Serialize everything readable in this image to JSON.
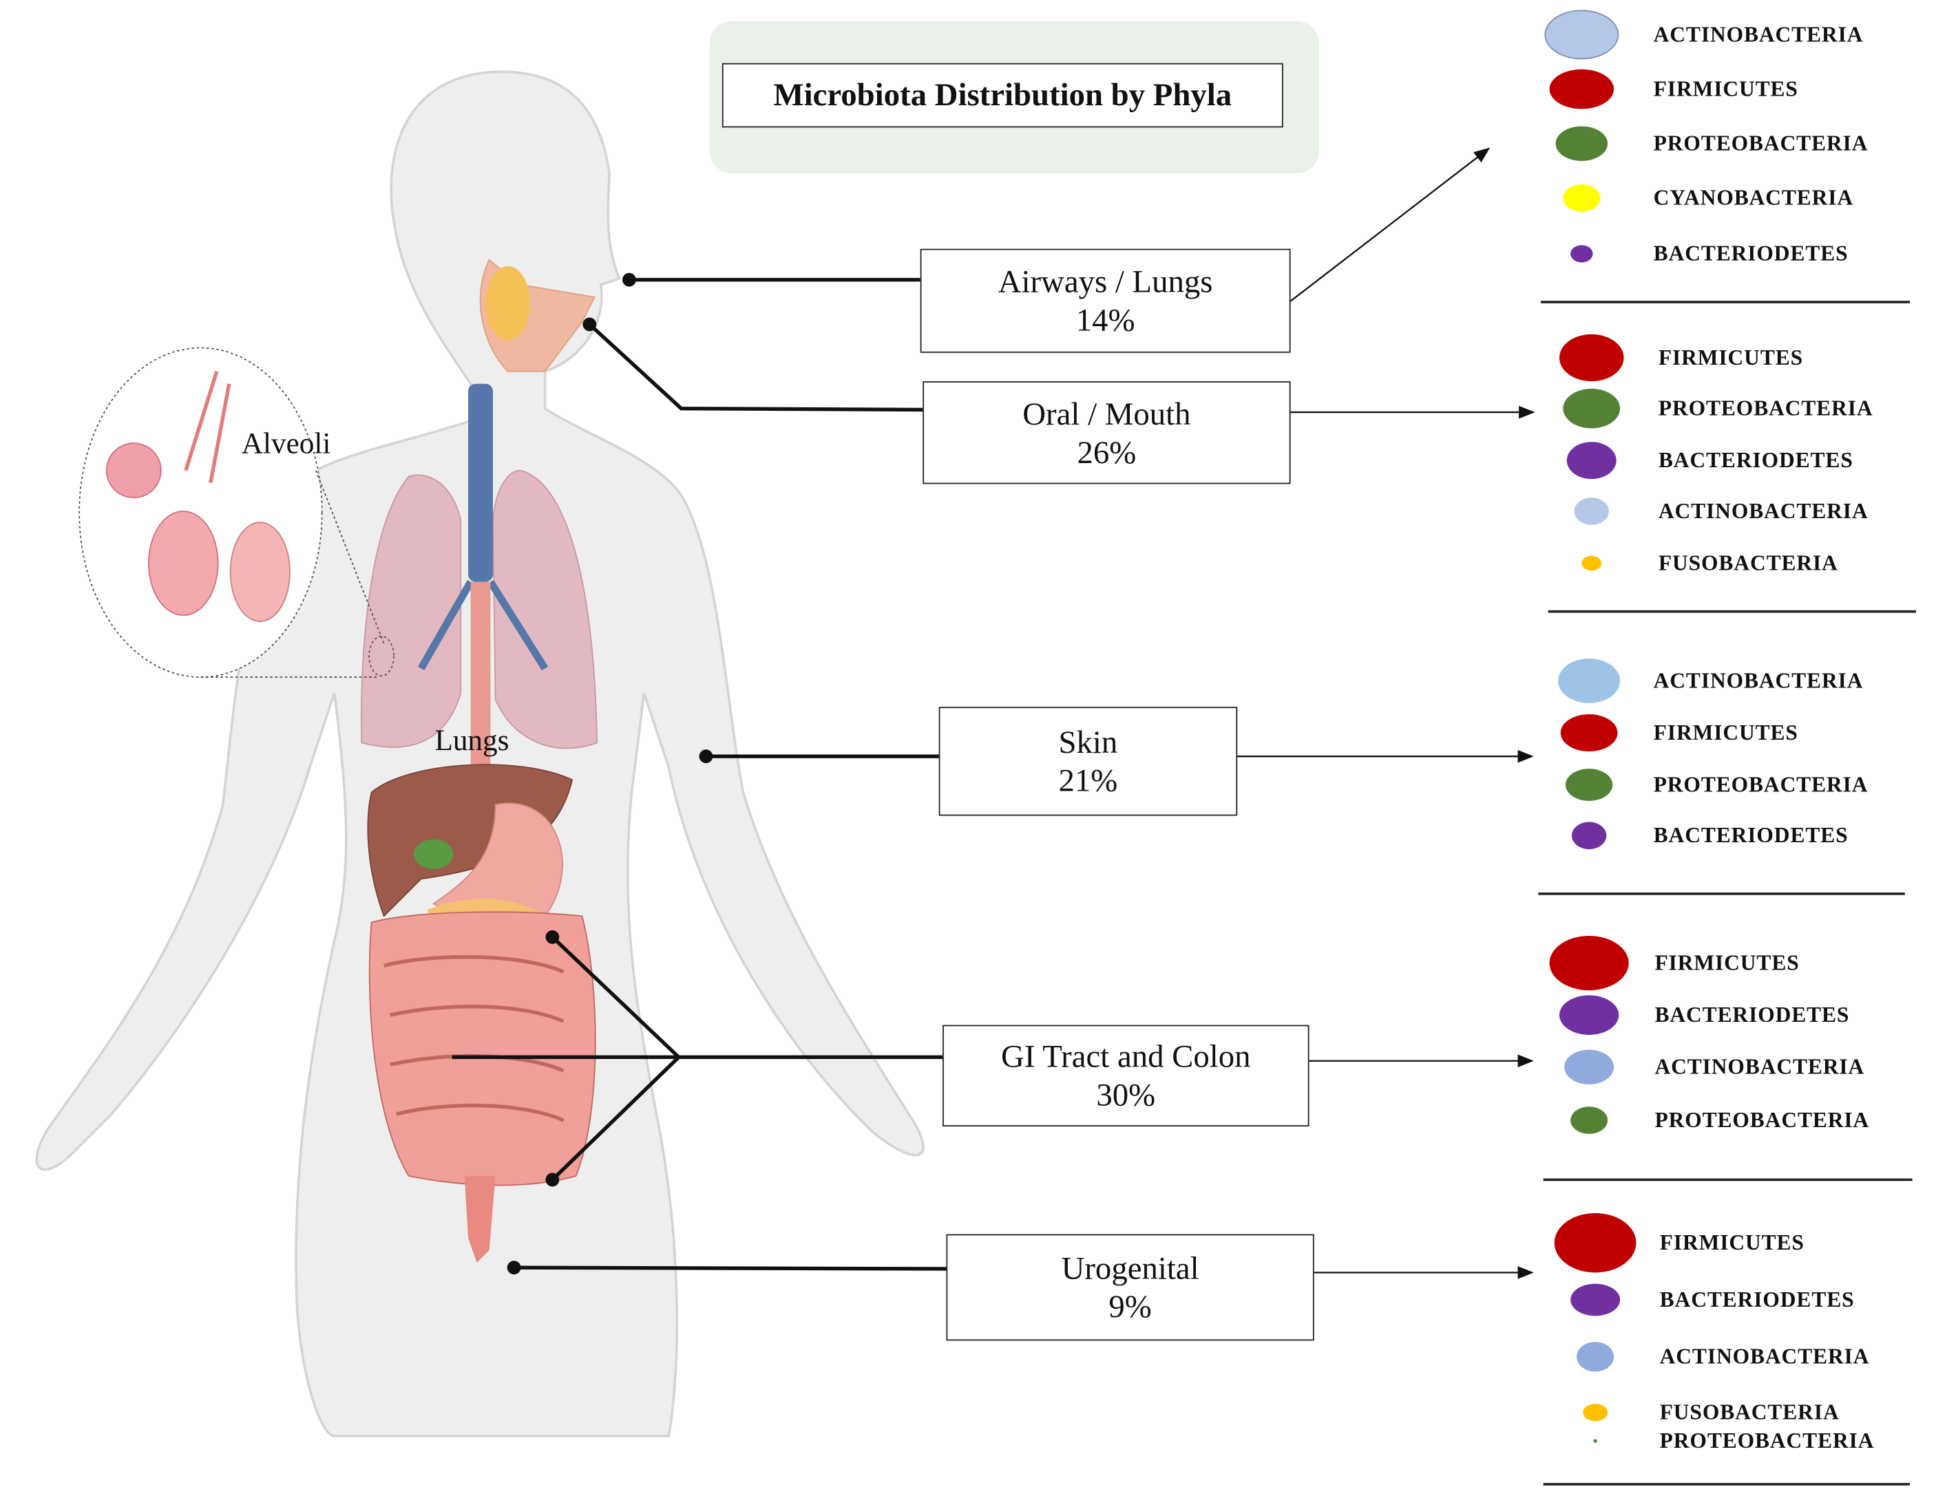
{
  "title": "Microbiota Distribution by Phyla",
  "anatomy_labels": {
    "alveoli": "Alveoli",
    "lungs": "Lungs"
  },
  "colors": {
    "actinobacteria": "#b4c7e7",
    "actinobacteria_alt": "#8faadc",
    "firmicutes": "#c00000",
    "proteobacteria": "#548235",
    "cyanobacteria": "#ffff00",
    "bacteriodetes": "#7030a0",
    "fusobacteria": "#ffc000"
  },
  "regions": [
    {
      "name": "Airways / Lungs",
      "percent": "14%",
      "phyla": [
        {
          "label": "ACTINOBACTERIA",
          "color": "#b4c7e7"
        },
        {
          "label": "FIRMICUTES",
          "color": "#c00000"
        },
        {
          "label": "PROTEOBACTERIA",
          "color": "#548235"
        },
        {
          "label": "CYANOBACTERIA",
          "color": "#ffff00"
        },
        {
          "label": "BACTERIODETES",
          "color": "#7030a0"
        }
      ]
    },
    {
      "name": "Oral / Mouth",
      "percent": "26%",
      "phyla": [
        {
          "label": "FIRMICUTES",
          "color": "#c00000"
        },
        {
          "label": "PROTEOBACTERIA",
          "color": "#548235"
        },
        {
          "label": "BACTERIODETES",
          "color": "#7030a0"
        },
        {
          "label": "ACTINOBACTERIA",
          "color": "#b4c7e7"
        },
        {
          "label": "FUSOBACTERIA",
          "color": "#ffc000"
        }
      ]
    },
    {
      "name": "Skin",
      "percent": "21%",
      "phyla": [
        {
          "label": "ACTINOBACTERIA",
          "color": "#9dc3e6"
        },
        {
          "label": "FIRMICUTES",
          "color": "#c00000"
        },
        {
          "label": "PROTEOBACTERIA",
          "color": "#548235"
        },
        {
          "label": "BACTERIODETES",
          "color": "#7030a0"
        }
      ]
    },
    {
      "name": "GI Tract and Colon",
      "percent": "30%",
      "phyla": [
        {
          "label": "FIRMICUTES",
          "color": "#c00000"
        },
        {
          "label": "BACTERIODETES",
          "color": "#7030a0"
        },
        {
          "label": "ACTINOBACTERIA",
          "color": "#8faadc"
        },
        {
          "label": "PROTEOBACTERIA",
          "color": "#548235"
        }
      ]
    },
    {
      "name": "Urogenital",
      "percent": "9%",
      "phyla": [
        {
          "label": "FIRMICUTES",
          "color": "#c00000"
        },
        {
          "label": "BACTERIODETES",
          "color": "#7030a0"
        },
        {
          "label": "ACTINOBACTERIA",
          "color": "#8faadc"
        },
        {
          "label": "FUSOBACTERIA",
          "color": "#ffc000"
        },
        {
          "label": "PROTEOBACTERIA",
          "color": "#548235"
        }
      ]
    }
  ]
}
